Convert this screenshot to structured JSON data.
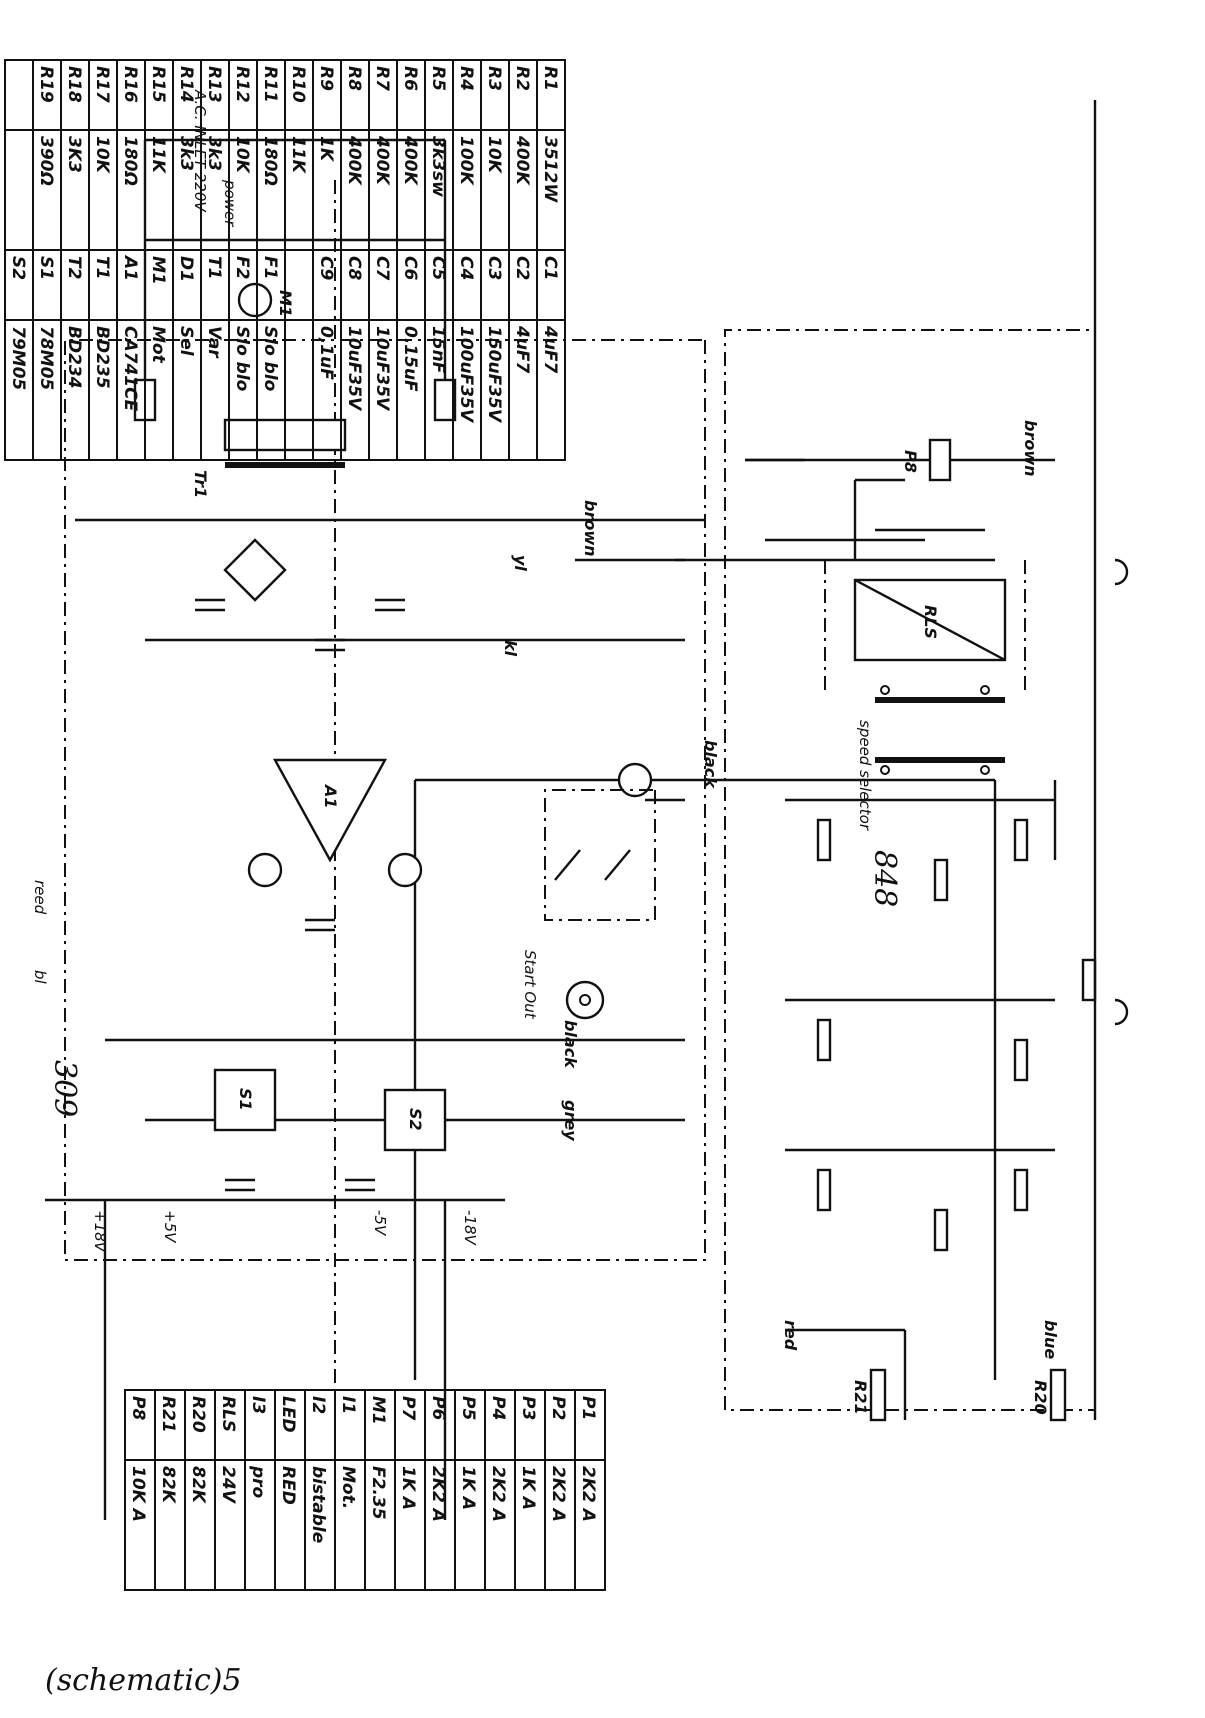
{
  "title": "(schematic)5",
  "board_labels": {
    "left": "848",
    "right": "309"
  },
  "parts_table_top": [
    [
      "R1",
      "3512W",
      "C1",
      "4uF7"
    ],
    [
      "R2",
      "400K",
      "C2",
      "4uF7"
    ],
    [
      "R3",
      "10K",
      "C3",
      "150uF35V"
    ],
    [
      "R4",
      "100K",
      "C4",
      "100uF35V"
    ],
    [
      "R5",
      "3k3sw",
      "C5",
      "15nF"
    ],
    [
      "R6",
      "400K",
      "C6",
      "0.15uF"
    ],
    [
      "R7",
      "400K",
      "C7",
      "10uF35V"
    ],
    [
      "R8",
      "400K",
      "C8",
      "10uF35V"
    ],
    [
      "R9",
      "1K",
      "C9",
      "0,1uF"
    ],
    [
      "R10",
      "11K",
      "",
      ""
    ],
    [
      "R11",
      "180Ω",
      "F1",
      "Slo blo"
    ],
    [
      "R12",
      "10K",
      "F2",
      "Slo blo"
    ],
    [
      "R13",
      "3k3",
      "T1",
      "Var"
    ],
    [
      "R14",
      "3k3",
      "D1",
      "Sel"
    ],
    [
      "R15",
      "11K",
      "M1",
      "Mot"
    ],
    [
      "R16",
      "180Ω",
      "A1",
      "CA741CE"
    ],
    [
      "R17",
      "10K",
      "T1",
      "BD235"
    ],
    [
      "R18",
      "3K3",
      "T2",
      "BD234"
    ],
    [
      "R19",
      "390Ω",
      "S1",
      "78M05"
    ],
    [
      "",
      "",
      "S2",
      "79M05"
    ]
  ],
  "parts_table_bottom": [
    [
      "P1",
      "2K2 A"
    ],
    [
      "P2",
      "2K2 A"
    ],
    [
      "P3",
      "1K A"
    ],
    [
      "P4",
      "2K2 A"
    ],
    [
      "P5",
      "1K A"
    ],
    [
      "P6",
      "2K2 A"
    ],
    [
      "P7",
      "1K A"
    ],
    [
      "M1",
      "F2.35"
    ],
    [
      "I1",
      "Mot."
    ],
    [
      "I2",
      "bistable"
    ],
    [
      "LED",
      "RED"
    ],
    [
      "I3",
      "pro"
    ],
    [
      "RLS",
      "24V"
    ],
    [
      "R20",
      "82K"
    ],
    [
      "R21",
      "82K"
    ],
    [
      "P8",
      "10K A"
    ]
  ],
  "wire_labels": {
    "brown": "brown",
    "yl": "yl",
    "kl": "kl",
    "black": "black",
    "grey": "grey",
    "blue": "blue",
    "red": "red",
    "speed_selector": "speed selector",
    "start_out": "Start Out",
    "ac_inlet": "A.C. INLET 220V",
    "power": "power",
    "reed": "reed",
    "bl": "bl"
  },
  "component_labels": {
    "s1": "S1",
    "s2": "S2",
    "a1": "A1",
    "rls": "RLS",
    "m1": "M1",
    "tr1": "Tr1",
    "p8": "P8",
    "r20": "R20",
    "r21": "R21",
    "plus5": "+5V",
    "minus5": "-5V",
    "plus18": "+18V",
    "minus18": "-18V"
  }
}
